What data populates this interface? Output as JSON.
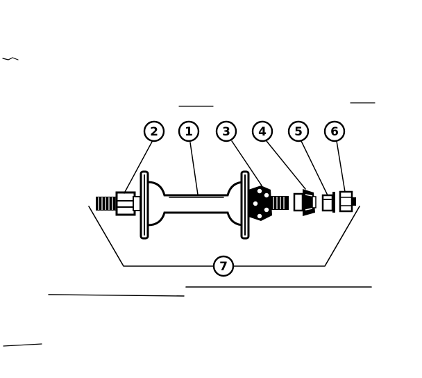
{
  "diagram": {
    "callouts": [
      {
        "id": "hub_axle",
        "label": "1"
      },
      {
        "id": "left_cone_nut",
        "label": "2"
      },
      {
        "id": "bearing_cone",
        "label": "3"
      },
      {
        "id": "locknut_washer",
        "label": "4"
      },
      {
        "id": "spacer_washer",
        "label": "5"
      },
      {
        "id": "axle_nut",
        "label": "6"
      },
      {
        "id": "assembly_kit",
        "label": "7"
      }
    ]
  }
}
